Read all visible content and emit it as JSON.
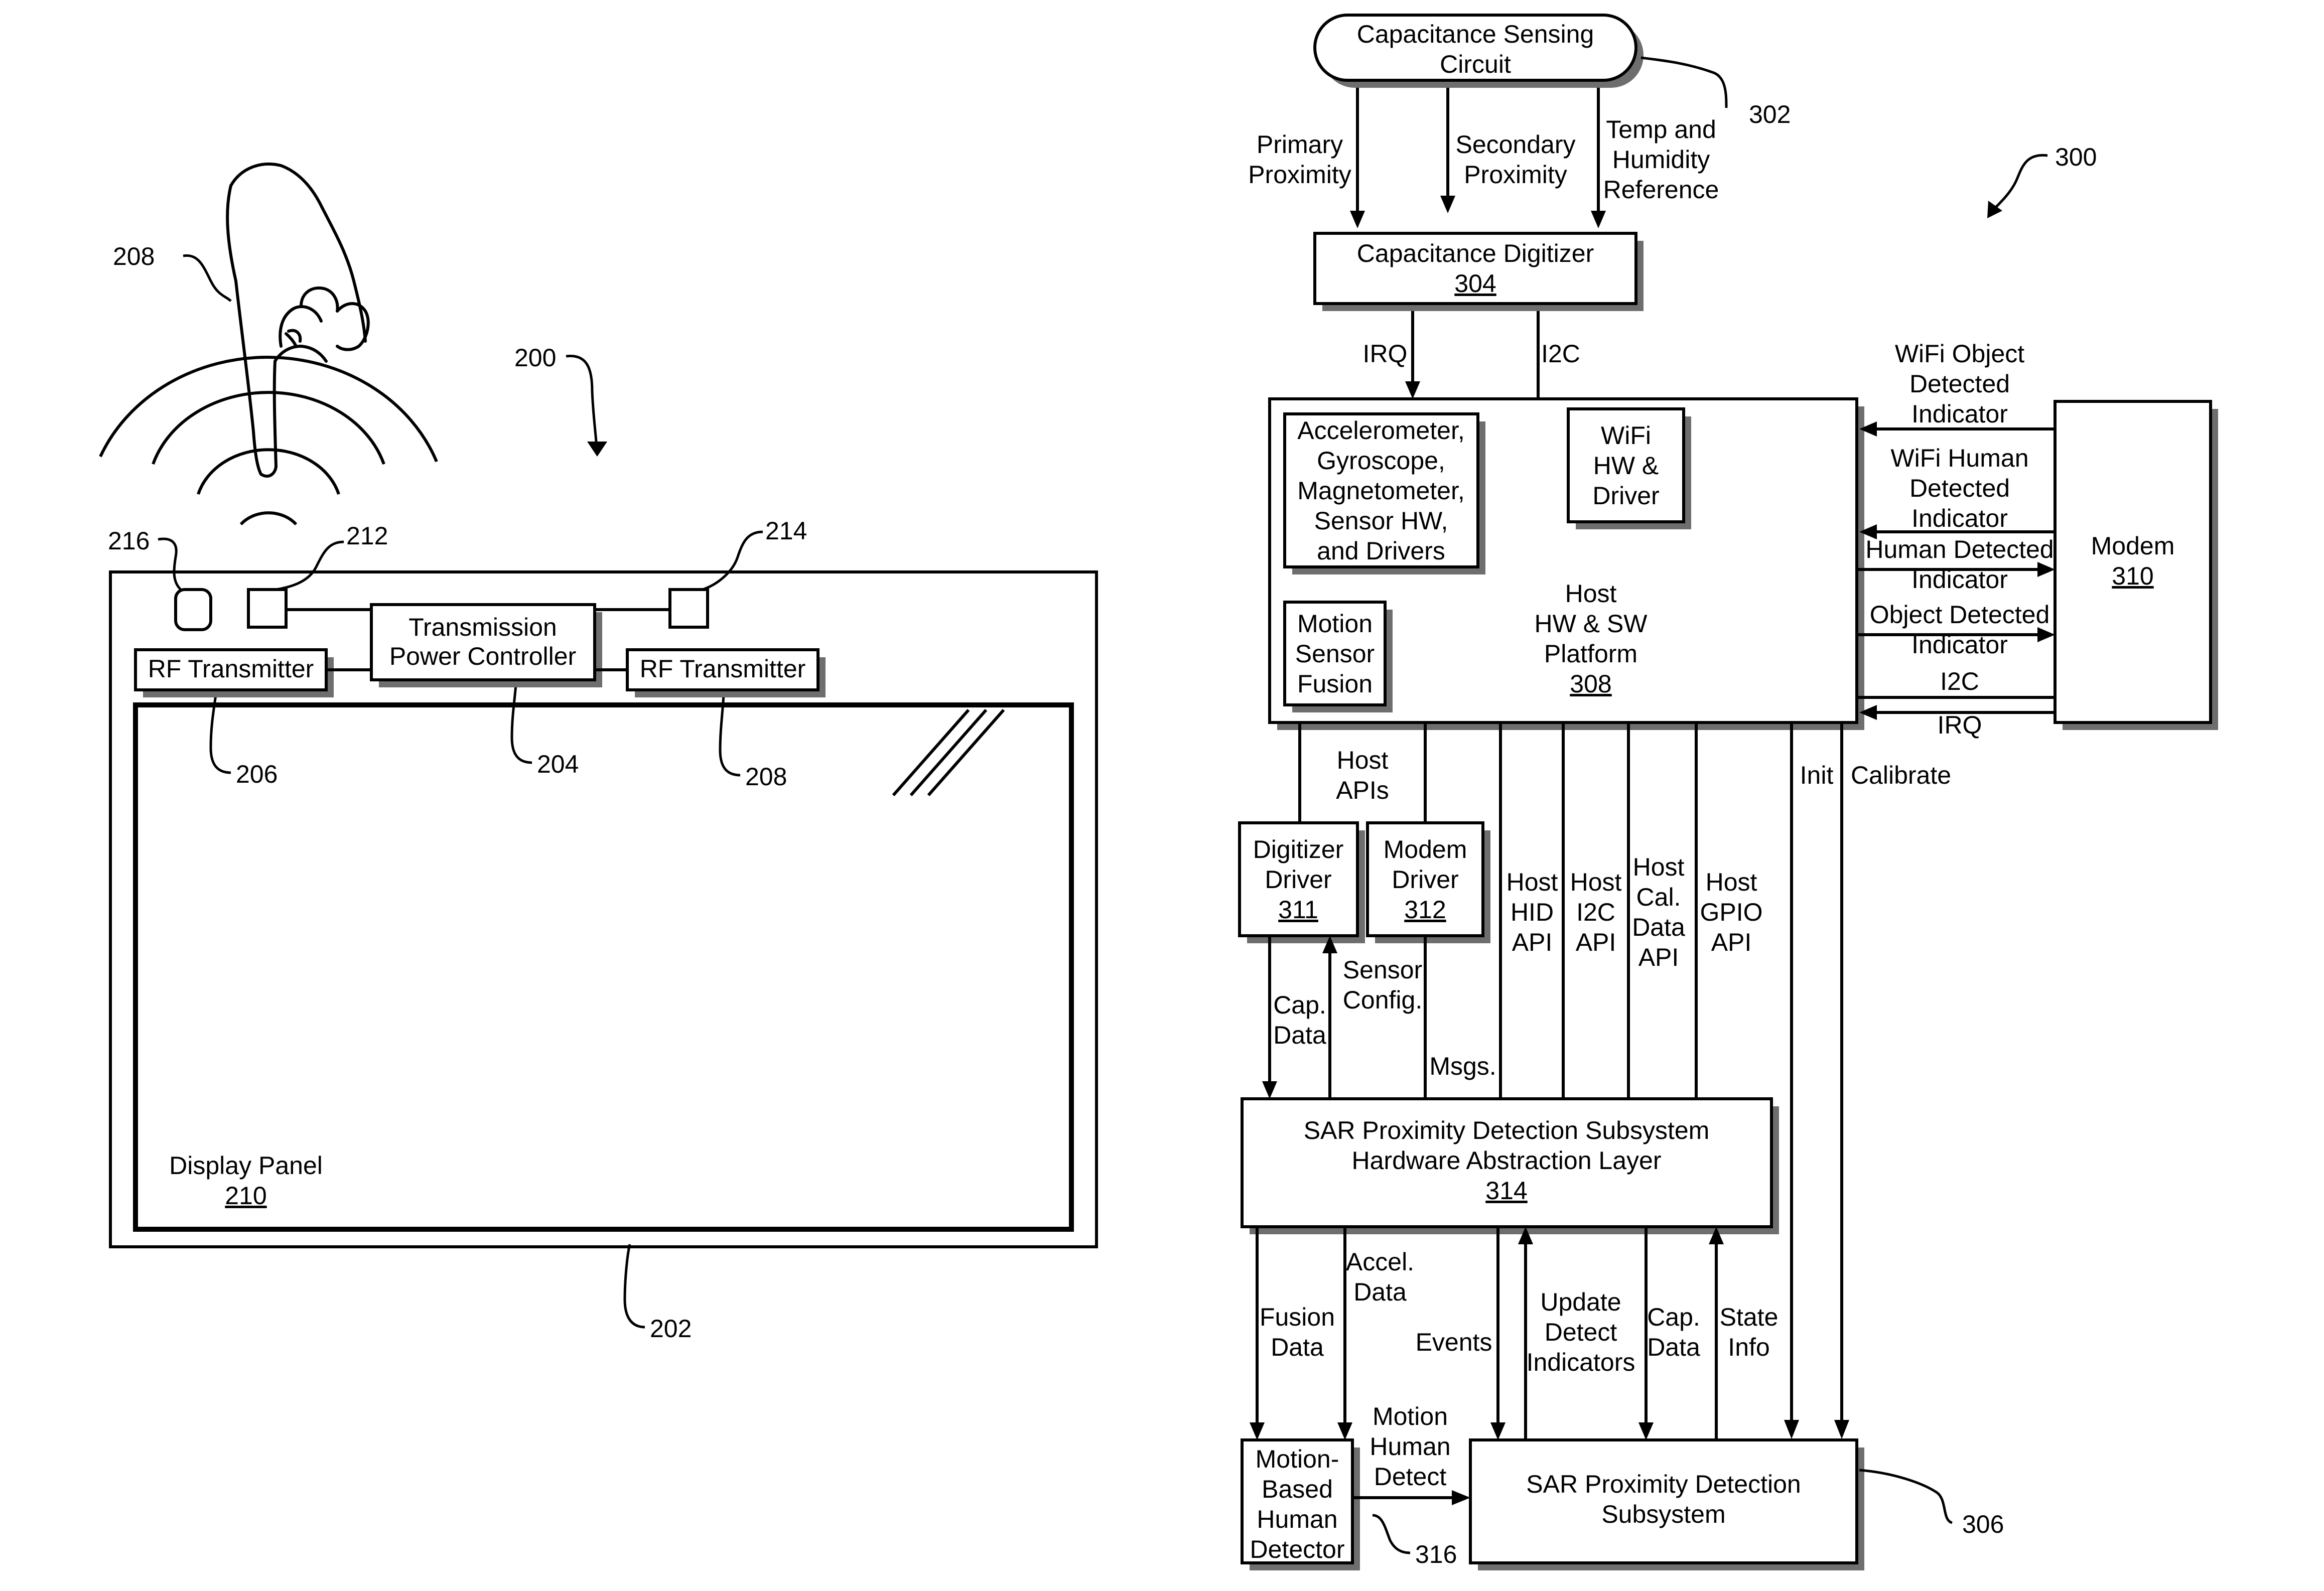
{
  "fig200": {
    "ref_200": "200",
    "ref_208_hand": "208",
    "ref_216": "216",
    "ref_212": "212",
    "ref_214": "214",
    "ref_206": "206",
    "ref_204": "204",
    "ref_208": "208",
    "ref_202": "202",
    "tpc_line1": "Transmission",
    "tpc_line2": "Power Controller",
    "rf_left": "RF Transmitter",
    "rf_right": "RF Transmitter",
    "display_label": "Display Panel",
    "display_ref": "210"
  },
  "fig300": {
    "ref_300": "300",
    "ref_302": "302",
    "ref_306": "306",
    "ref_316": "316",
    "cap_circuit_l1": "Capacitance Sensing",
    "cap_circuit_l2": "Circuit",
    "primary_l1": "Primary",
    "primary_l2": "Proximity",
    "secondary_l1": "Secondary",
    "secondary_l2": "Proximity",
    "temp_l1": "Temp and",
    "temp_l2": "Humidity",
    "temp_l3": "Reference",
    "digitizer_title": "Capacitance Digitizer",
    "digitizer_ref": "304",
    "irq_top": "IRQ",
    "i2c_top": "I2C",
    "accel_l1": "Accelerometer,",
    "accel_l2": "Gyroscope,",
    "accel_l3": "Magnetometer,",
    "accel_l4": "Sensor HW,",
    "accel_l5": "and Drivers",
    "wifi_l1": "WiFi",
    "wifi_l2": "HW &",
    "wifi_l3": "Driver",
    "msf_l1": "Motion",
    "msf_l2": "Sensor",
    "msf_l3": "Fusion",
    "host_l1": "Host",
    "host_l2": "HW & SW",
    "host_l3": "Platform",
    "host_ref": "308",
    "modem_title": "Modem",
    "modem_ref": "310",
    "wifi_obj_l1": "WiFi Object",
    "wifi_obj_l2": "Detected",
    "wifi_obj_l3": "Indicator",
    "wifi_hum_l1": "WiFi Human",
    "wifi_hum_l2": "Detected",
    "wifi_hum_l3": "Indicator",
    "hum_det_l1": "Human Detected",
    "hum_det_l2": "Indicator",
    "obj_det_l1": "Object Detected",
    "obj_det_l2": "Indicator",
    "i2c_modem": "I2C",
    "irq_modem": "IRQ",
    "host_apis_l1": "Host",
    "host_apis_l2": "APIs",
    "init": "Init",
    "calibrate": "Calibrate",
    "dig_drv_l1": "Digitizer",
    "dig_drv_l2": "Driver",
    "dig_drv_ref": "311",
    "mod_drv_l1": "Modem",
    "mod_drv_l2": "Driver",
    "mod_drv_ref": "312",
    "hid_l1": "Host",
    "hid_l2": "HID",
    "hid_l3": "API",
    "i2capi_l1": "Host",
    "i2capi_l2": "I2C",
    "i2capi_l3": "API",
    "cal_l1": "Host",
    "cal_l2": "Cal.",
    "cal_l3": "Data",
    "cal_l4": "API",
    "gpio_l1": "Host",
    "gpio_l2": "GPIO",
    "gpio_l3": "API",
    "sensor_cfg_l1": "Sensor",
    "sensor_cfg_l2": "Config.",
    "cap_data_l1": "Cap.",
    "cap_data_l2": "Data",
    "msgs": "Msgs.",
    "hal_l1": "SAR Proximity Detection Subsystem",
    "hal_l2": "Hardware Abstraction Layer",
    "hal_ref": "314",
    "fusion_l1": "Fusion",
    "fusion_l2": "Data",
    "accel_data_l1": "Accel.",
    "accel_data_l2": "Data",
    "events": "Events",
    "update_l1": "Update",
    "update_l2": "Detect",
    "update_l3": "Indicators",
    "cap_data2_l1": "Cap.",
    "cap_data2_l2": "Data",
    "state_l1": "State",
    "state_l2": "Info",
    "motion_hd_l1": "Motion",
    "motion_hd_l2": "Human",
    "motion_hd_l3": "Detect",
    "mbhd_l1": "Motion-",
    "mbhd_l2": "Based",
    "mbhd_l3": "Human",
    "mbhd_l4": "Detector",
    "sar_l1": "SAR Proximity Detection",
    "sar_l2": "Subsystem"
  }
}
